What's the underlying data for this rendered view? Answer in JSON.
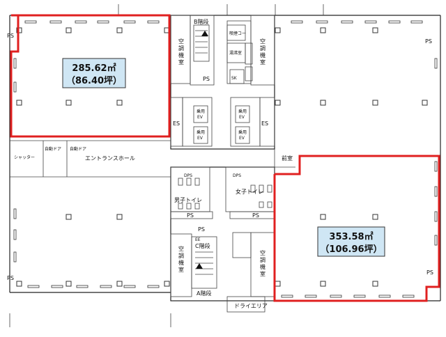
{
  "areas": {
    "north_west": {
      "sqm": "285.62㎡",
      "tsubo": "（86.40坪）"
    },
    "south_east": {
      "sqm": "353.58㎡",
      "tsubo": "（106.96坪）"
    }
  },
  "labels": {
    "ps": "PS",
    "stair_b": "B階段",
    "stair_c": "C階段",
    "stair_a": "A階段",
    "ac_room": [
      "空",
      "調",
      "機",
      "室"
    ],
    "es": "ES",
    "ev_line1": "乗用",
    "ev_line2": "EV",
    "shutter": "シャッター",
    "auto_door": "自動ドア",
    "entrance_hall": "エントランスホール",
    "vestibule": "前室",
    "dps": "DPS",
    "mens_toilet": "男子トイレ",
    "womens_toilet": "女子トイレ",
    "sk": "SK",
    "dry_area": "ドライエリア",
    "small_room": "喫煙コー",
    "small_room2": "湯沸室",
    "ee": "EE"
  },
  "colors": {
    "highlight": "#e02020",
    "area_box": "#cfe6f4"
  }
}
